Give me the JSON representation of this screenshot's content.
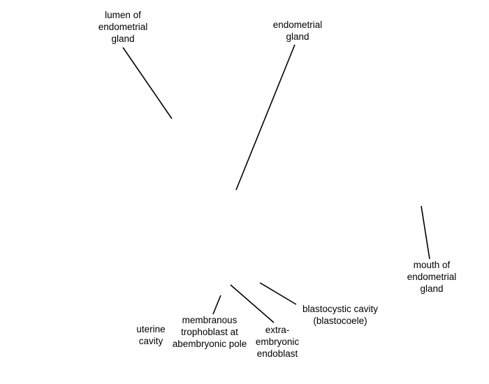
{
  "labels": {
    "lumen": [
      "lumen of",
      "endometrial",
      "gland"
    ],
    "gland": [
      "endometrial",
      "gland"
    ],
    "mouth": [
      "mouth of",
      "endometrial",
      "gland"
    ],
    "blastocystic": [
      "blastocystic cavity",
      "(blastocoele)"
    ],
    "uterine": [
      "uterine",
      "cavity"
    ],
    "membranous": [
      "membranous",
      "trophoblast at",
      "abembryonic pole"
    ],
    "endoblast": [
      "extra-",
      "embryonic",
      "endoblast"
    ]
  },
  "colors": {
    "background": "#ffffff",
    "line": "#000000",
    "text": "#000000"
  }
}
